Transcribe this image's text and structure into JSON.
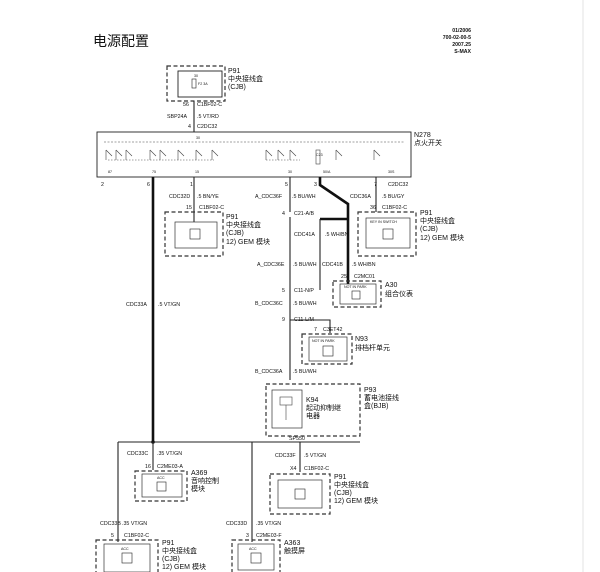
{
  "title": "电源配置",
  "header": {
    "line1": "01/2006",
    "line2": "700-02-00-5",
    "line3": "2007.25",
    "line4": "S-MAX"
  },
  "p91_top": {
    "id": "P91",
    "name": "中央接线盒",
    "abbr": "(CJB)",
    "fuse": "F2 3A",
    "fuse_no": "30",
    "pin": "56",
    "conn": "C1BF02-C"
  },
  "wire_sbp24a": {
    "code": "SBP24A",
    "spec": ".5 VT/RD"
  },
  "n278": {
    "id": "N278",
    "name": "点火开关",
    "pin_in": "4",
    "conn": "C2DC32",
    "pin_in_label": "30",
    "c23": "C23"
  },
  "switch_bottom": {
    "p1": "2",
    "p2": "6",
    "p3": "1",
    "p4": "5",
    "p5": "3",
    "p6": "7",
    "i1": "87",
    "i2": "75",
    "i3": "15",
    "i4": "30",
    "i5": "50/A",
    "i6": "30S",
    "conn_right": "C2DC32"
  },
  "w_cdc32d": {
    "code": "CDC32D",
    "spec": ".5 BN/YE"
  },
  "w_acdc36f": {
    "code": "A_CDC36F",
    "spec": ".5 BU/WH"
  },
  "w_cdc36a": {
    "code": "CDC36A",
    "spec": ".5 BU/GY"
  },
  "p91_gem1": {
    "id": "P91",
    "name": "中央接线盒",
    "abbr": "(CJB)",
    "sub": "12) GEM 模块",
    "pin": "15",
    "conn": "C1BF02-C"
  },
  "p91_key": {
    "id": "P91",
    "name": "中央接线盒",
    "abbr": "(CJB)",
    "sub": "12) GEM 模块",
    "pin": "36",
    "conn": "C1BF02-C",
    "module": "KEY IN SWITCH"
  },
  "c21": {
    "pin": "4",
    "conn": "C21-A/B"
  },
  "w_cdc41a": {
    "code": "CDC41A",
    "spec": ".5 WH/BN"
  },
  "w_acdc36e": {
    "code": "A_CDC36E",
    "spec": ".5 BU/WH"
  },
  "w_cdc41b": {
    "code": "CDC41B",
    "spec": ".5 WH/BN"
  },
  "a30": {
    "id": "A30",
    "name": "组合仪表",
    "pin": "25",
    "conn": "C2MC01",
    "module": "NOT IN PARK"
  },
  "c11_np": {
    "pin": "5",
    "conn": "C11-N/P"
  },
  "w_bcdc36c": {
    "code": "B_CDC36C",
    "spec": ".5 BU/WH"
  },
  "c11_lm": {
    "pin": "9",
    "conn": "C11-L/M"
  },
  "n93": {
    "id": "N93",
    "name": "排档杆单元",
    "pin": "7",
    "conn": "C3ET42",
    "module": "NOT IN PARK"
  },
  "w_bcdc36a": {
    "code": "B_CDC36A",
    "spec": ".5 BU/WH"
  },
  "p93": {
    "id": "P93",
    "name1": "蓄电池接线",
    "name2": "盒(BJB)",
    "sub_id": "K94",
    "sub1": "起动抑制继",
    "sub2": "电器"
  },
  "w_cdc33a": {
    "code": "CDC33A",
    "spec": ".5 VT/GN"
  },
  "splice": {
    "code": "SP550"
  },
  "w_cdc33c": {
    "code": "CDC33C",
    "spec": ".35 VT/GN"
  },
  "w_cdc33f": {
    "code": "CDC33F",
    "spec": ".5 VT/GN"
  },
  "a369": {
    "id": "A369",
    "name1": "音响控制",
    "name2": "模块",
    "pin": "16",
    "conn": "C2ME03-A",
    "module": "ACC"
  },
  "p91_gem2": {
    "id": "P91",
    "name": "中央接线盒",
    "abbr": "(CJB)",
    "sub": "12) GEM 模块",
    "pin": "X4",
    "conn": "C1BF02-C"
  },
  "w_cdc33b": {
    "code": "CDC33B",
    "spec": ".35 VT/GN"
  },
  "w_cdc33d": {
    "code": "CDC33D",
    "spec": ".35 VT/GN"
  },
  "p91_bottom": {
    "id": "P91",
    "name": "中央接线盒",
    "abbr": "(CJB)",
    "sub": "12) GEM 模块",
    "pin": "5",
    "conn": "C1BF02-C",
    "module": "ACC"
  },
  "a363": {
    "id": "A363",
    "name": "触摸屏",
    "pin": "3",
    "conn": "C2ME03-F",
    "module": "ACC"
  }
}
